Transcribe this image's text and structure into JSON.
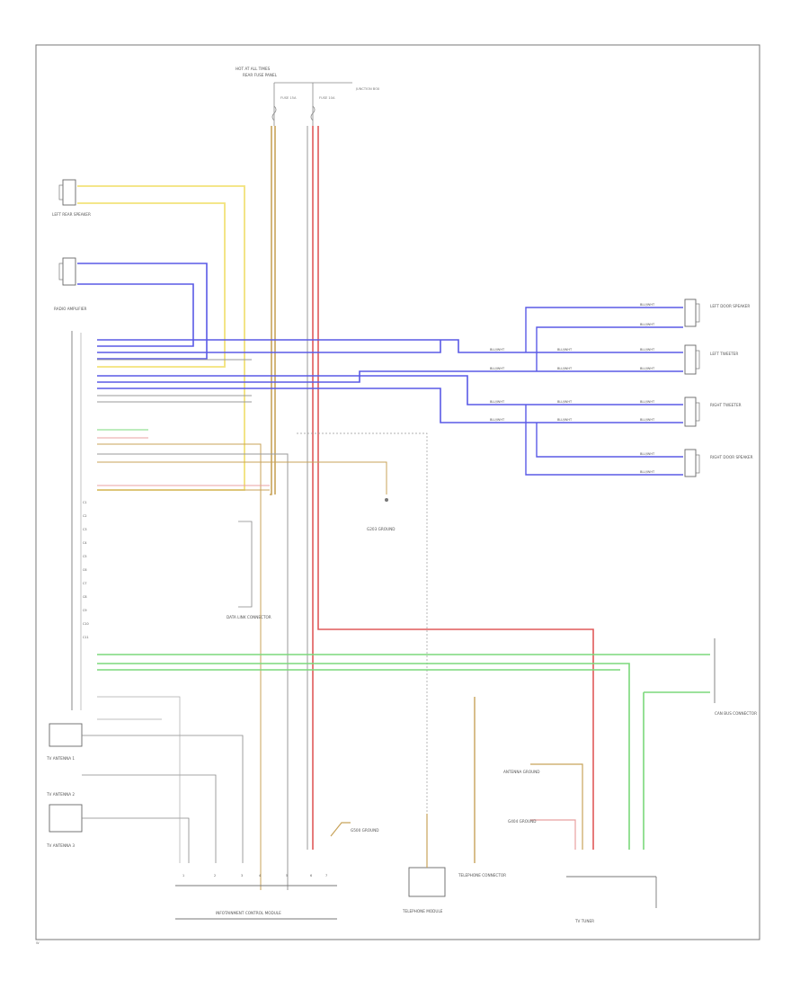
{
  "colors": {
    "yellow": "#f2e27a",
    "blue": "#5a5ae6",
    "red": "#e05a5a",
    "green": "#7bd87b",
    "tan": "#c8a35a",
    "gray": "#9a9a9a",
    "pink": "#e8a0a0",
    "frame": "#777777"
  },
  "labels": {
    "top_feed": "HOT AT ALL TIMES",
    "top_feed_sub": "REAR FUSE PANEL",
    "fuse_left": "FUSE 15A",
    "fuse_right": "FUSE 10A",
    "junction": "JUNCTION BOX",
    "left_rear_speaker": "LEFT REAR SPEAKER",
    "radio_amp": "RADIO AMPLIFIER",
    "left_door_speaker": "LEFT DOOR SPEAKER",
    "left_tweeter": "LEFT TWEETER",
    "right_tweeter": "RIGHT TWEETER",
    "right_door_speaker": "RIGHT DOOR SPEAKER",
    "ground_mid": "G203 GROUND",
    "data_link": "DATA LINK CONNECTOR",
    "can_connector": "CAN BUS CONNECTOR",
    "antenna_1": "TV ANTENNA 1",
    "antenna_2": "TV ANTENNA 2",
    "antenna_3": "TV ANTENNA 3",
    "amp_block": "INFOTAINMENT CONTROL MODULE",
    "telephone_module": "TELEPHONE MODULE",
    "telephone_connector": "TELEPHONE CONNECTOR",
    "ground_right": "G500 GROUND",
    "antenna_ground": "ANTENNA GROUND",
    "tv_tuner": "TV TUNER",
    "ground_bottom": "G404 GROUND",
    "page_code": "W"
  }
}
